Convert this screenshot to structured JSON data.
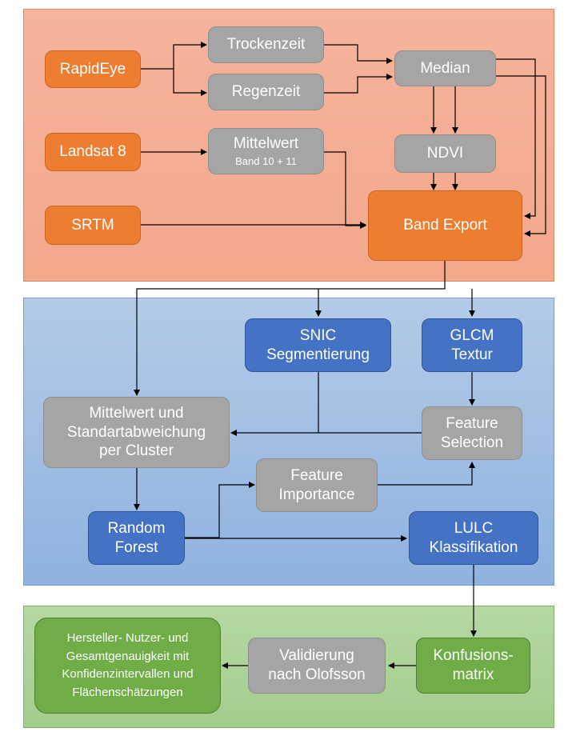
{
  "top_section": {
    "rapideye": "RapidEye",
    "landsat": "Landsat 8",
    "srtm": "SRTM",
    "trockenzeit": "Trockenzeit",
    "regenzeit": "Regenzeit",
    "mittelwert": "Mittelwert",
    "mittelwert_sub": "Band 10 + 11",
    "median": "Median",
    "ndvi": "NDVI",
    "band_export": "Band Export"
  },
  "middle_section": {
    "snic_line1": "SNIC",
    "snic_line2": "Segmentierung",
    "glcm_line1": "GLCM",
    "glcm_line2": "Textur",
    "mean_std_line1": "Mittelwert und",
    "mean_std_line2": "Standartabweichung",
    "mean_std_line3": "per Cluster",
    "feature_selection_line1": "Feature",
    "feature_selection_line2": "Selection",
    "feature_importance_line1": "Feature",
    "feature_importance_line2": "Importance",
    "random_forest_line1": "Random",
    "random_forest_line2": "Forest",
    "lulc_line1": "LULC",
    "lulc_line2": "Klassifikation"
  },
  "bottom_section": {
    "konfusion_line1": "Konfusions-",
    "konfusion_line2": "matrix",
    "validierung_line1": "Validierung",
    "validierung_line2": "nach Olofsson",
    "result_line1": "Hersteller- Nutzer- und",
    "result_line2": "Gesamtgenauigkeit mit",
    "result_line3": "Konfidenzintervallen und",
    "result_line4": "Flächenschätzungen"
  },
  "colors": {
    "top_panel": "#f4ad94",
    "mid_panel": "#a3bfe4",
    "bot_panel": "#acd396",
    "orange": "#ed7d31",
    "gray": "#a5a5a5",
    "blue": "#4472c4",
    "green": "#70ad47"
  }
}
